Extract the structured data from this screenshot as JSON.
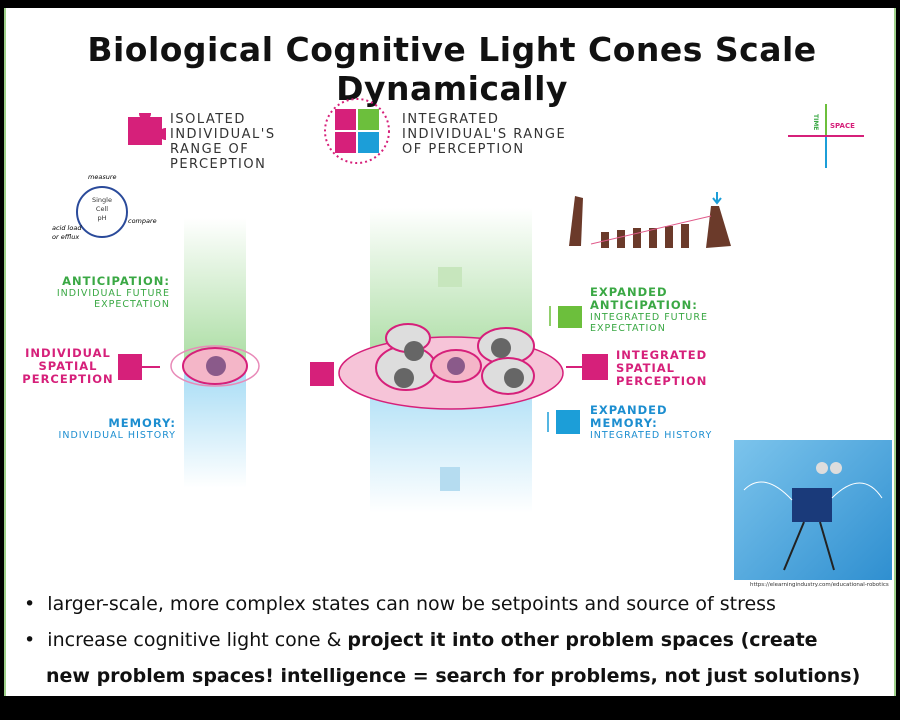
{
  "title": "Biological Cognitive Light Cones Scale Dynamically",
  "legend": {
    "isolated": [
      "ISOLATED",
      "INDIVIDUAL'S",
      "RANGE OF",
      "PERCEPTION"
    ],
    "integrated": [
      "INTEGRATED",
      "INDIVIDUAL'S RANGE",
      "OF PERCEPTION"
    ]
  },
  "axes": {
    "time": "TIME",
    "space": "SPACE"
  },
  "loop": {
    "center": [
      "Single",
      "Cell",
      "pH"
    ],
    "measure": "measure",
    "compare": "compare",
    "act": [
      "acid load",
      "or efflux"
    ]
  },
  "left": {
    "anticipation": "ANTICIPATION:",
    "anticipation_sub": [
      "INDIVIDUAL FUTURE",
      "EXPECTATION"
    ],
    "spatial": [
      "INDIVIDUAL",
      "SPATIAL",
      "PERCEPTION"
    ],
    "memory": "MEMORY:",
    "memory_sub": "INDIVIDUAL HISTORY"
  },
  "right": {
    "anticipation": [
      "EXPANDED",
      "ANTICIPATION:"
    ],
    "anticipation_sub": [
      "INTEGRATED FUTURE",
      "EXPECTATION"
    ],
    "spatial": [
      "INTEGRATED",
      "SPATIAL",
      "PERCEPTION"
    ],
    "memory": [
      "EXPANDED",
      "MEMORY:"
    ],
    "memory_sub": "INTEGRATED HISTORY"
  },
  "photo_credit": "https://elearningindustry.com/educational-robotics",
  "bullets": [
    {
      "text": "larger-scale, more complex states can now be setpoints and source of stress"
    },
    {
      "text": "increase cognitive light cone & ",
      "bold1": "project it into other problem spaces (create",
      "bold2": "new problem spaces! intelligence = search for problems, not just solutions)"
    }
  ],
  "colors": {
    "green": "#3aa844",
    "magenta": "#d6207a",
    "blue": "#1c8ed0"
  }
}
